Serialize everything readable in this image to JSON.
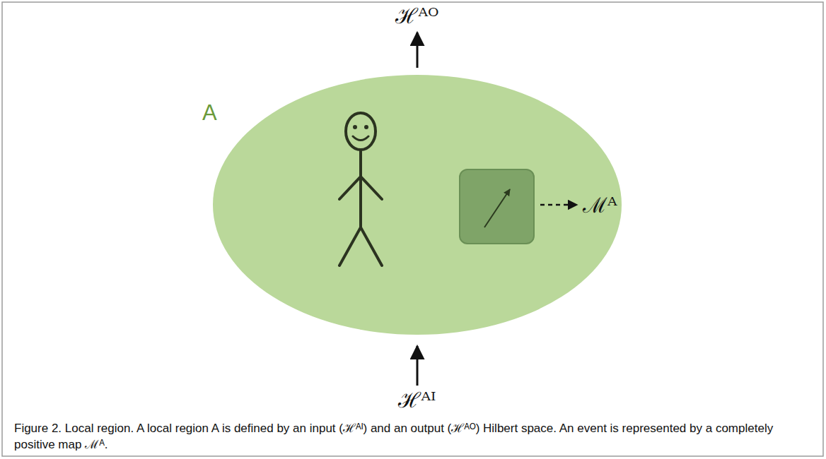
{
  "diagram": {
    "caption": "Figure 2. Local region. A local region A is defined by an input (ℋᴬᴵ) and an output (ℋᴬᴼ) Hilbert space. An event is represented by a completely positive map ℳᴬ.",
    "nodes": [
      {
        "text": [
          "A"
        ]
      }
    ],
    "labels": [
      "ℋᴬᴼ",
      "ℳᴬ",
      "ℋᴬᴵ"
    ]
  }
}
